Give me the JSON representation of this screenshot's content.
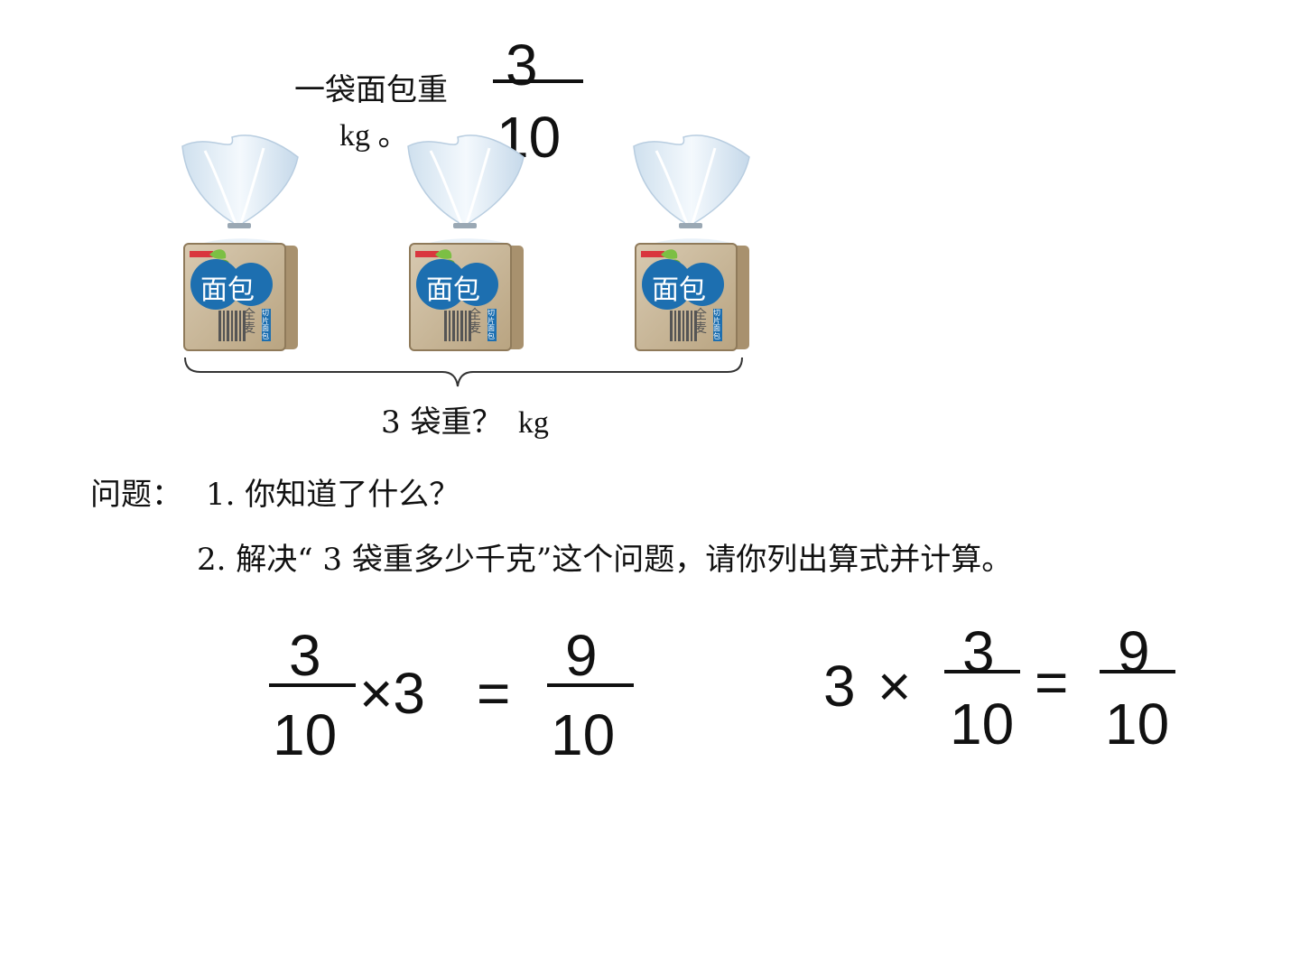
{
  "problem": {
    "line1": "一袋面包重",
    "line2": "kg 。",
    "weight": {
      "numerator": "3",
      "denominator": "10"
    }
  },
  "bags": {
    "label": "面包",
    "sub_label": "全麦",
    "side_label": "切片面包",
    "count": 3,
    "total_prefix": "3 袋重？",
    "total_unit": "kg"
  },
  "questions": {
    "heading": "问题：",
    "q1": "1.  你知道了什么？",
    "q2": "2.  解决“ 3 袋重多少千克”这个问题，请你列出算式并计算。"
  },
  "equation1": {
    "frac_num": "3",
    "frac_den": "10",
    "operator": "×3",
    "equals": "=",
    "result_num": "9",
    "result_den": "10"
  },
  "equation2": {
    "factor": "3",
    "operator": "×",
    "frac_num": "3",
    "frac_den": "10",
    "equals": "=",
    "result_num": "9",
    "result_den": "10"
  },
  "colors": {
    "box": "#c9b89d",
    "box_dark": "#a8916e",
    "badge": "#1d6fb0",
    "bag_plastic": "#dbe8f3"
  }
}
